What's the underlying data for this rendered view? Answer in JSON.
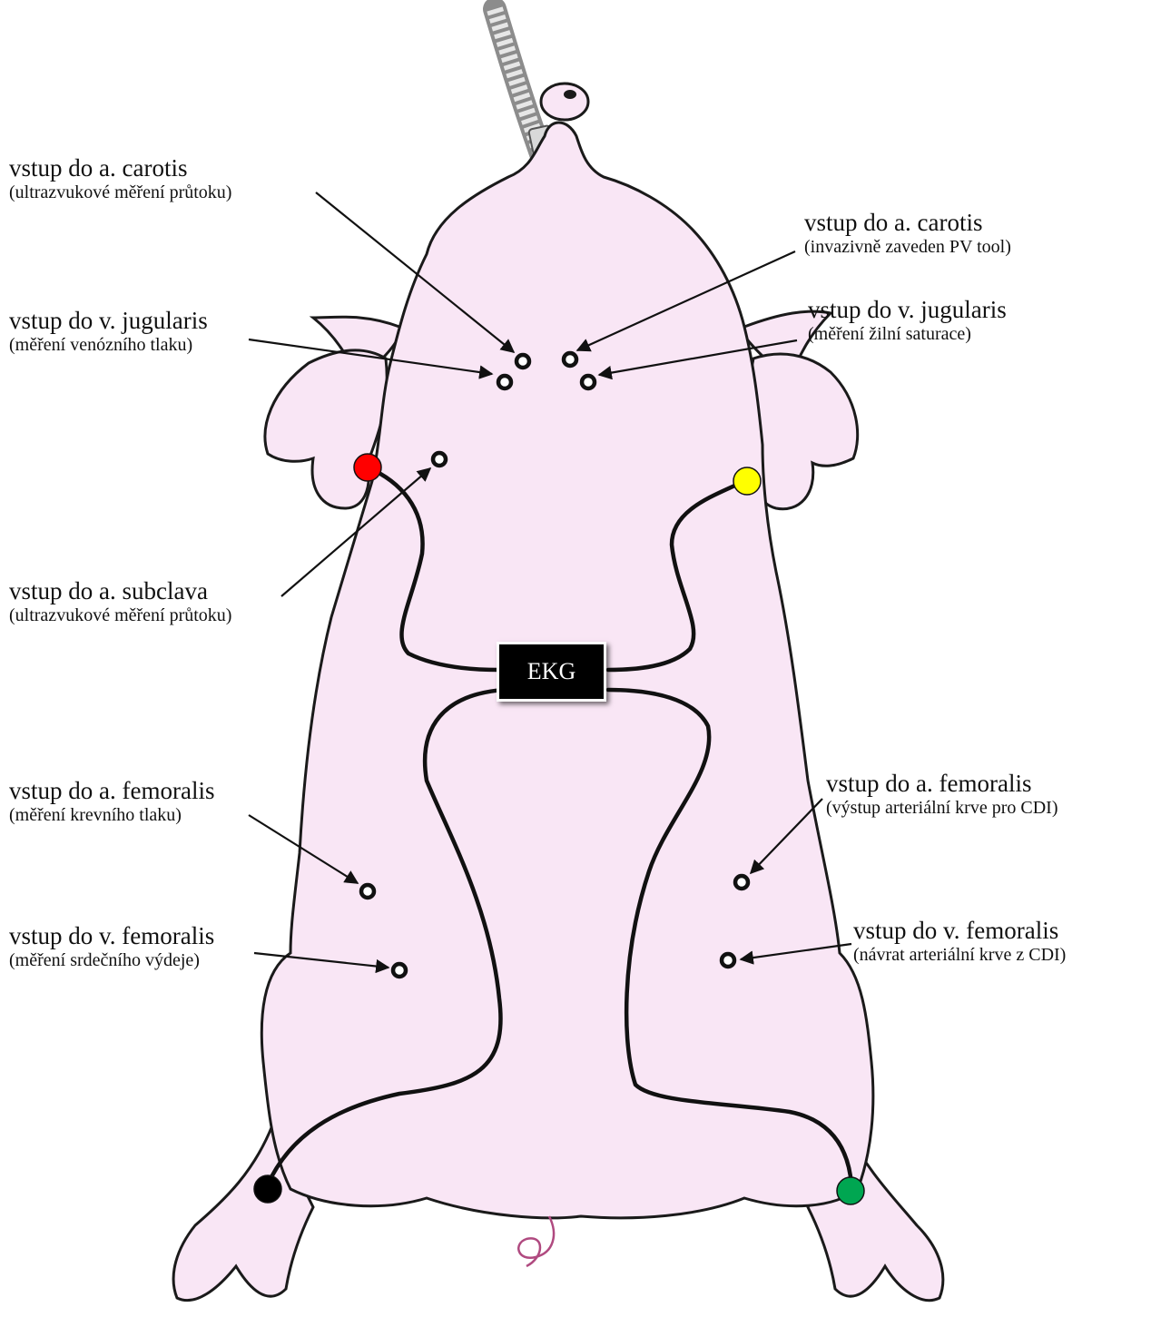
{
  "diagram": {
    "body_color": "#f9e6f5",
    "outline_color": "#1a1a1a",
    "wire_color": "#111111",
    "ekg_label": "EKG",
    "electrodes": [
      {
        "name": "electrode-red",
        "color": "#ff0000"
      },
      {
        "name": "electrode-yellow",
        "color": "#ffff00"
      },
      {
        "name": "electrode-black",
        "color": "#000000"
      },
      {
        "name": "electrode-green",
        "color": "#00a651"
      }
    ],
    "labels": {
      "carotis_left": {
        "main": "vstup do a. carotis",
        "sub": "(ultrazvukové měření průtoku)"
      },
      "jugularis_left": {
        "main": "vstup do v. jugularis",
        "sub": "(měření venózního tlaku)"
      },
      "subclava": {
        "main": "vstup do a. subclava",
        "sub": "(ultrazvukové měření průtoku)"
      },
      "femoralis_a_left": {
        "main": "vstup do a. femoralis",
        "sub": "(měření krevního tlaku)"
      },
      "femoralis_v_left": {
        "main": "vstup do v. femoralis",
        "sub": "(měření srdečního výdeje)"
      },
      "carotis_right": {
        "main": "vstup do a. carotis",
        "sub": "(invazivně zaveden PV tool)"
      },
      "jugularis_right": {
        "main": "vstup do v. jugularis",
        "sub": "(měření žilní saturace)"
      },
      "femoralis_a_right": {
        "main": "vstup do a. femoralis",
        "sub": "(výstup arteriální krve pro CDI)"
      },
      "femoralis_v_right": {
        "main": "vstup do v. femoralis",
        "sub": "(návrat arteriální krve z CDI)"
      }
    }
  }
}
